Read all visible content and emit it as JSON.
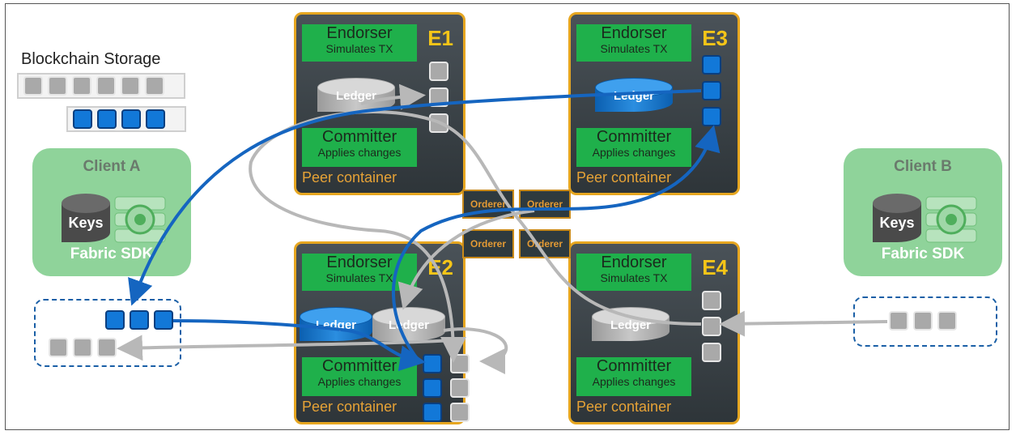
{
  "storage_label": "Blockchain Storage",
  "peers": [
    {
      "id": "E1",
      "endorser": "Endorser",
      "endorser_sub": "Simulates TX",
      "ledger": "Ledger",
      "committer": "Committer",
      "committer_sub": "Applies changes",
      "container": "Peer container"
    },
    {
      "id": "E3",
      "endorser": "Endorser",
      "endorser_sub": "Simulates TX",
      "ledger": "Ledger",
      "committer": "Committer",
      "committer_sub": "Applies changes",
      "container": "Peer container"
    },
    {
      "id": "E2",
      "endorser": "Endorser",
      "endorser_sub": "Simulates TX",
      "ledger_a": "Ledger",
      "ledger_b": "Ledger",
      "committer": "Committer",
      "committer_sub": "Applies changes",
      "container": "Peer container"
    },
    {
      "id": "E4",
      "endorser": "Endorser",
      "endorser_sub": "Simulates TX",
      "ledger": "Ledger",
      "committer": "Committer",
      "committer_sub": "Applies changes",
      "container": "Peer container"
    }
  ],
  "orderers": [
    "Orderer",
    "Orderer",
    "Orderer",
    "Orderer"
  ],
  "clients": [
    {
      "title": "Client A",
      "keys": "Keys",
      "sdk": "Fabric SDK"
    },
    {
      "title": "Client B",
      "keys": "Keys",
      "sdk": "Fabric SDK"
    }
  ],
  "colors": {
    "peer_border": "#e6a620",
    "green": "#1fb04b",
    "blue": "#1278d8",
    "grey": "#a9a9a9",
    "client": "#8fd39a",
    "id": "#f5c518"
  }
}
